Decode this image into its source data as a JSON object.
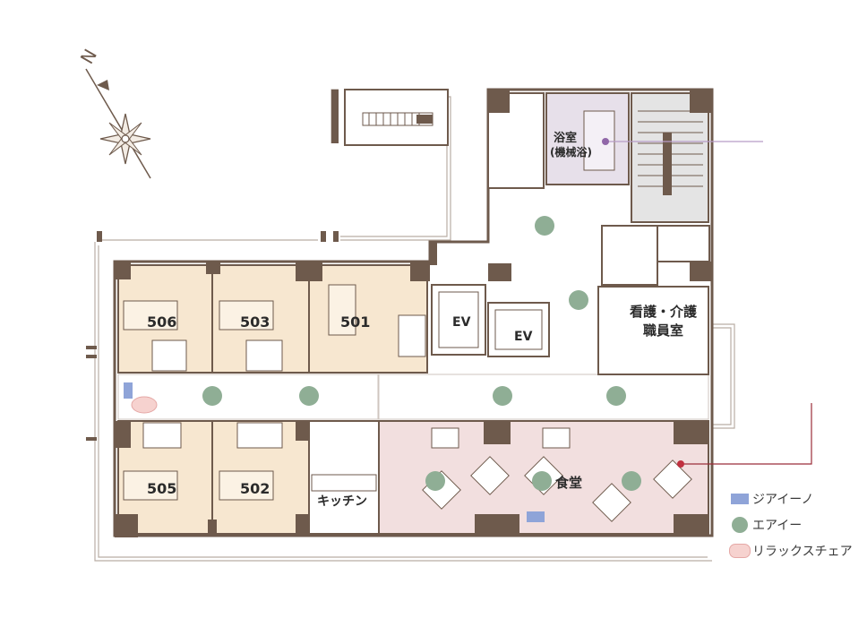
{
  "compass": {
    "north_label": "N"
  },
  "rooms": {
    "r506": "506",
    "r503": "503",
    "r501": "501",
    "r505": "505",
    "r502": "502",
    "ev1": "EV",
    "ev2": "EV",
    "bath": "浴室",
    "bath_sub": "(機械浴)",
    "staff_1": "看護・介護",
    "staff_2": "職員室",
    "kitchen": "キッチン",
    "dining": "食堂"
  },
  "legend": {
    "giino": "ジアイーノ",
    "airy": "エアイー",
    "chair": "リラックスチェア"
  },
  "colors": {
    "wall": "#6e5a4c",
    "room_fill": "#f7e7d0",
    "dining_fill": "#f2dfdf",
    "bath_fill": "#e7e0ea",
    "stair_fill": "#e4e4e4",
    "airy": "#8fae95",
    "giino": "#8fa4d8",
    "leader_line": "#b79cc6",
    "dining_leader": "#9b2d3a"
  }
}
